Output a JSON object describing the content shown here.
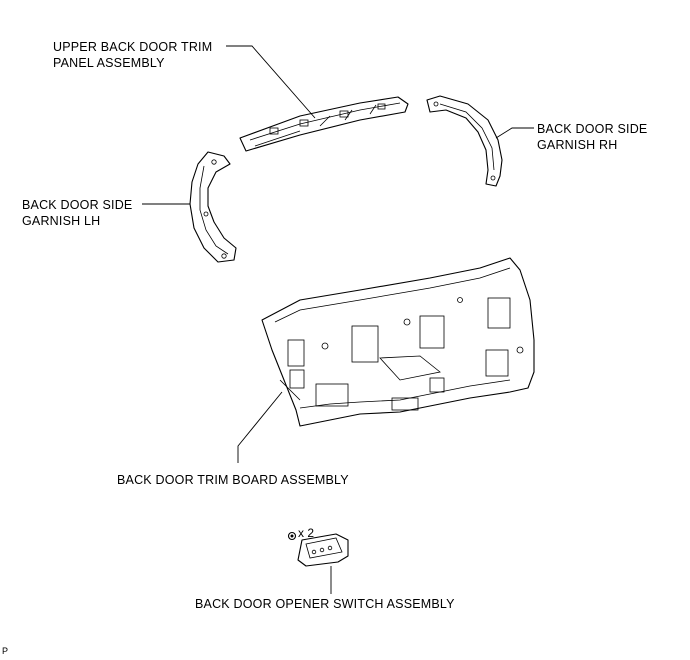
{
  "labels": {
    "upper_panel_line1": "UPPER BACK DOOR TRIM",
    "upper_panel_line2": "PANEL ASSEMBLY",
    "side_rh_line1": "BACK DOOR SIDE",
    "side_rh_line2": "GARNISH RH",
    "side_lh_line1": "BACK DOOR SIDE",
    "side_lh_line2": "GARNISH LH",
    "trim_board": "BACK DOOR TRIM BOARD ASSEMBLY",
    "opener_switch": "BACK DOOR OPENER SWITCH ASSEMBLY",
    "clip_quantity": "x 2",
    "code": "P"
  }
}
